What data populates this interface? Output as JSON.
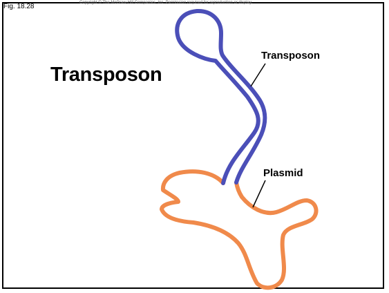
{
  "figure": {
    "label": "Fig. 18.28",
    "copyright": "Copyright © The McGraw-Hill Companies, Inc. Permission required for reproduction or display.",
    "title": "Transposon"
  },
  "labels": {
    "transposon": "Transposon",
    "plasmid": "Plasmid"
  },
  "colors": {
    "transposon_strand": "#4b4fb8",
    "plasmid_strand": "#f08a4b",
    "leader_line": "#000000"
  }
}
